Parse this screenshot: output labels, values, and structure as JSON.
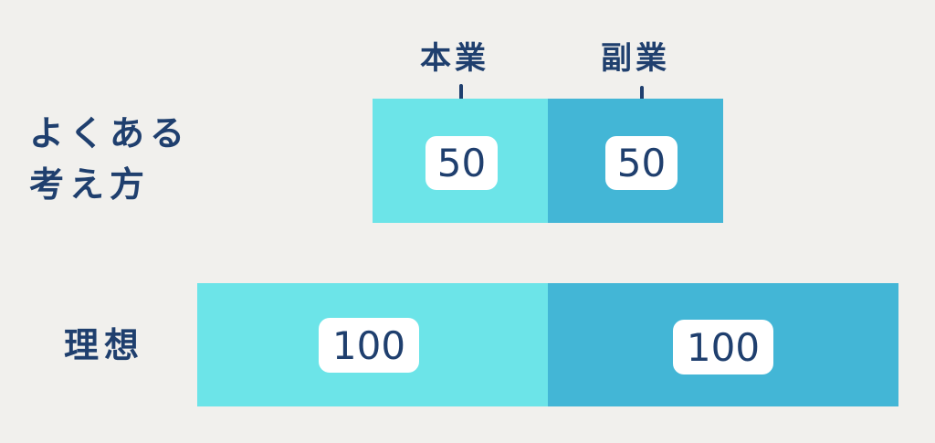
{
  "headers": {
    "main_job": "本業",
    "side_job": "副業"
  },
  "rows": [
    {
      "label_line1": "よくある",
      "label_line2": "考え方",
      "main_value": "50",
      "side_value": "50"
    },
    {
      "label": "理想",
      "main_value": "100",
      "side_value": "100"
    }
  ],
  "colors": {
    "main": "#6ce4e8",
    "side": "#43b6d6",
    "text": "#1f3f6e",
    "background": "#f1f0ed"
  }
}
